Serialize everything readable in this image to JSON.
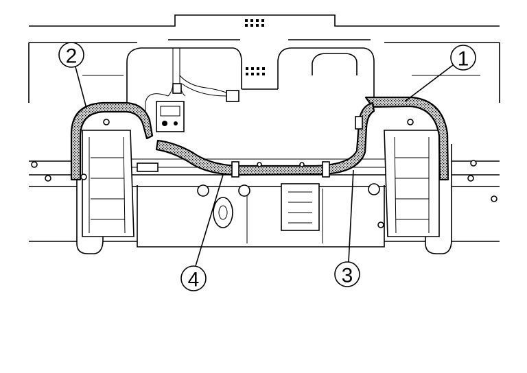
{
  "figure": {
    "kind": "vehicle-rear-harness-layout",
    "harness_fill": "#c8c8c8",
    "line_color": "#000000",
    "background": "#ffffff"
  },
  "callouts": [
    {
      "id": "c1",
      "label": "1"
    },
    {
      "id": "c2",
      "label": "2"
    },
    {
      "id": "c3",
      "label": "3"
    },
    {
      "id": "c4",
      "label": "4"
    }
  ]
}
